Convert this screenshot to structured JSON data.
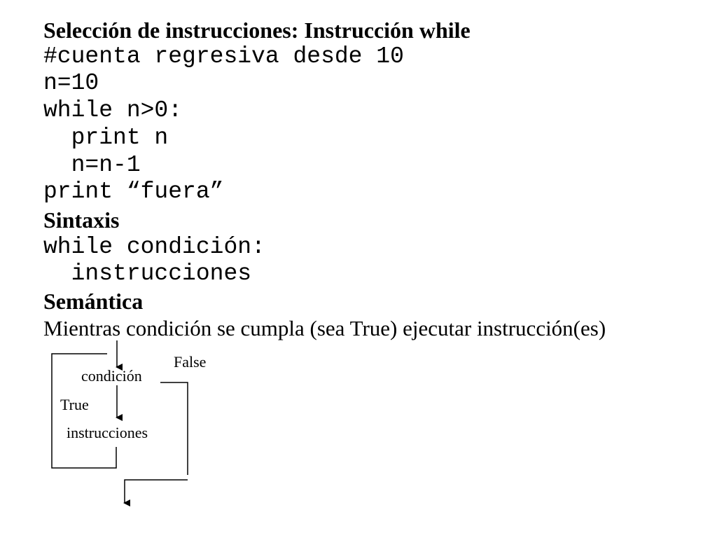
{
  "title": "Selección de instrucciones: Instrucción while",
  "example": {
    "comment": "#cuenta regresiva desde 10",
    "lines": [
      "n=10",
      "while n>0:",
      "  print n",
      "  n=n-1",
      "print “fuera”"
    ]
  },
  "syntax": {
    "heading": "Sintaxis",
    "lines": [
      "while condición:",
      "  instrucciones"
    ]
  },
  "semantics": {
    "heading": "Semántica",
    "text": "Mientras condición se cumpla (sea True) ejecutar instrucción(es)"
  },
  "flow": {
    "condition_label": "condición",
    "false_label": "False",
    "true_label": "True",
    "instructions_label": "instrucciones"
  }
}
